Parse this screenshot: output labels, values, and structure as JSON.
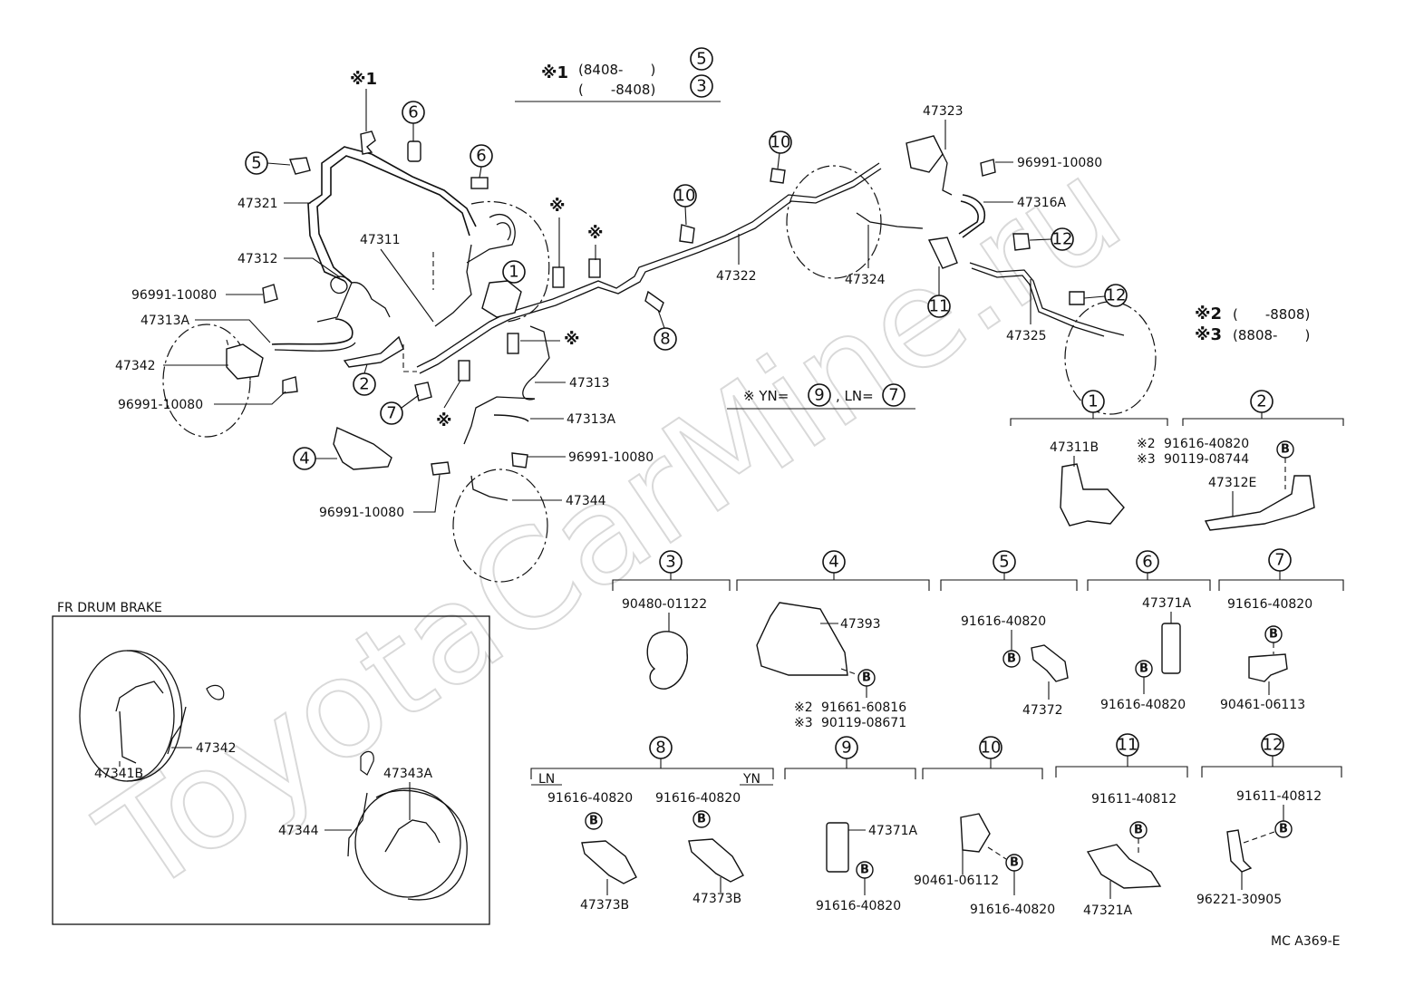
{
  "watermark": "ToyotaCarMine.ru",
  "diagram_code": "MC A369-E",
  "inset_title": "FR DRUM BRAKE",
  "marks": {
    "asterisk": "※"
  },
  "notes": {
    "note1_label": "※1",
    "note1_line1": "(8408-　　)",
    "note1_line2": "(　　-8408)",
    "note1_ref1": "5",
    "note1_ref2": "3",
    "note23_l1": "※2",
    "note23_v1": "(　　-8808)",
    "note23_l2": "※3",
    "note23_v2": "(8808-　　)",
    "yn_ln_prefix": "※ YN=",
    "yn_ref": "9",
    "ln_text": ", LN=",
    "ln_ref": "7"
  },
  "main_labels": {
    "p47321": "47321",
    "p47312": "47312",
    "p96991_a": "96991-10080",
    "p47313A_l": "47313A",
    "p47342_l": "47342",
    "p96991_b": "96991-10080",
    "p47311": "47311",
    "p47313": "47313",
    "p47313A_r": "47313A",
    "p96991_c": "96991-10080",
    "p47344": "47344",
    "p96991_d": "96991-10080",
    "p47322": "47322",
    "p47324": "47324",
    "p47323": "47323",
    "p96991_e": "96991-10080",
    "p47316A": "47316A",
    "p47325": "47325",
    "star1": "※1"
  },
  "main_refs": {
    "r5": "5",
    "r6a": "6",
    "r6b": "6",
    "r1": "1",
    "r2": "2",
    "r4": "4",
    "r7": "7",
    "r8": "8",
    "r10a": "10",
    "r10b": "10",
    "r11": "11",
    "r12a": "12",
    "r12b": "12"
  },
  "callouts": {
    "c1": {
      "num": "1",
      "part": "47311B"
    },
    "c2": {
      "num": "2",
      "s2": "※2",
      "v2": "91616-40820",
      "s3": "※3",
      "v3": "90119-08744",
      "b": "B",
      "part": "47312E"
    },
    "c3": {
      "num": "3",
      "part": "90480-01122"
    },
    "c4": {
      "num": "4",
      "part": "47393",
      "b": "B",
      "s2": "※2",
      "v2": "91661-60816",
      "s3": "※3",
      "v3": "90119-08671"
    },
    "c5": {
      "num": "5",
      "bolt": "91616-40820",
      "b": "B",
      "part": "47372"
    },
    "c6": {
      "num": "6",
      "part": "47371A",
      "b": "B",
      "bolt": "91616-40820"
    },
    "c7": {
      "num": "7",
      "bolt": "91616-40820",
      "b": "B",
      "part": "90461-06113"
    },
    "c8": {
      "num": "8",
      "ln": "LN",
      "yn": "YN",
      "bolt_l": "91616-40820",
      "bolt_r": "91616-40820",
      "b": "B",
      "part_l": "47373B",
      "part_r": "47373B"
    },
    "c9": {
      "num": "9",
      "part": "47371A",
      "b": "B",
      "bolt": "91616-40820"
    },
    "c10": {
      "num": "10",
      "part": "90461-06112",
      "b": "B",
      "bolt": "91616-40820"
    },
    "c11": {
      "num": "11",
      "bolt": "91611-40812",
      "b": "B",
      "part": "47321A"
    },
    "c12": {
      "num": "12",
      "bolt": "91611-40812",
      "b": "B",
      "part": "96221-30905"
    }
  },
  "inset_labels": {
    "p47342": "47342",
    "p47341B": "47341B",
    "p47343A": "47343A",
    "p47344": "47344"
  }
}
